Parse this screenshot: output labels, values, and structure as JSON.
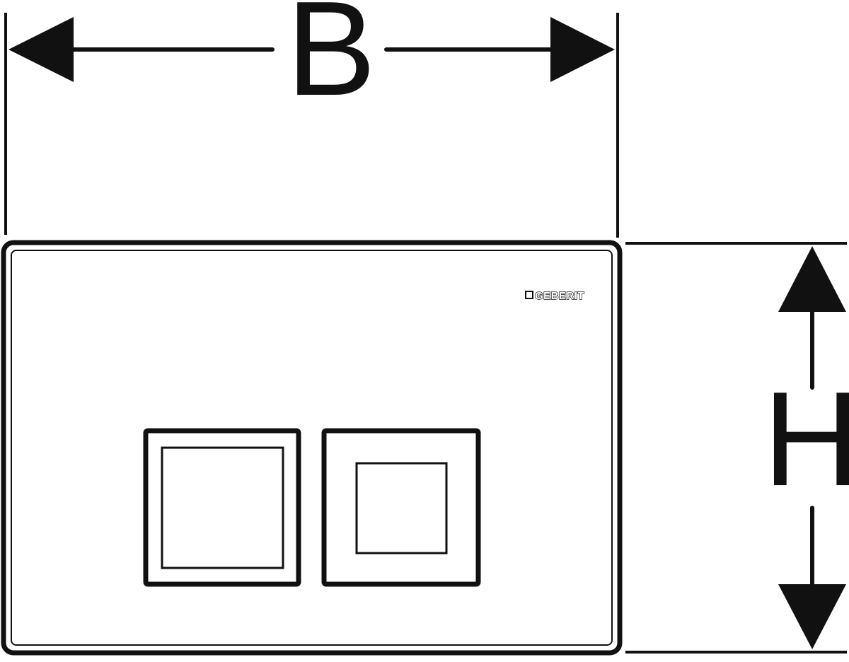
{
  "dimensions": {
    "width_label": "B",
    "height_label": "H"
  },
  "logo": {
    "text": "GEBERIT",
    "icon": "square-logo-icon"
  },
  "colors": {
    "line": "#111111",
    "background": "#ffffff"
  }
}
